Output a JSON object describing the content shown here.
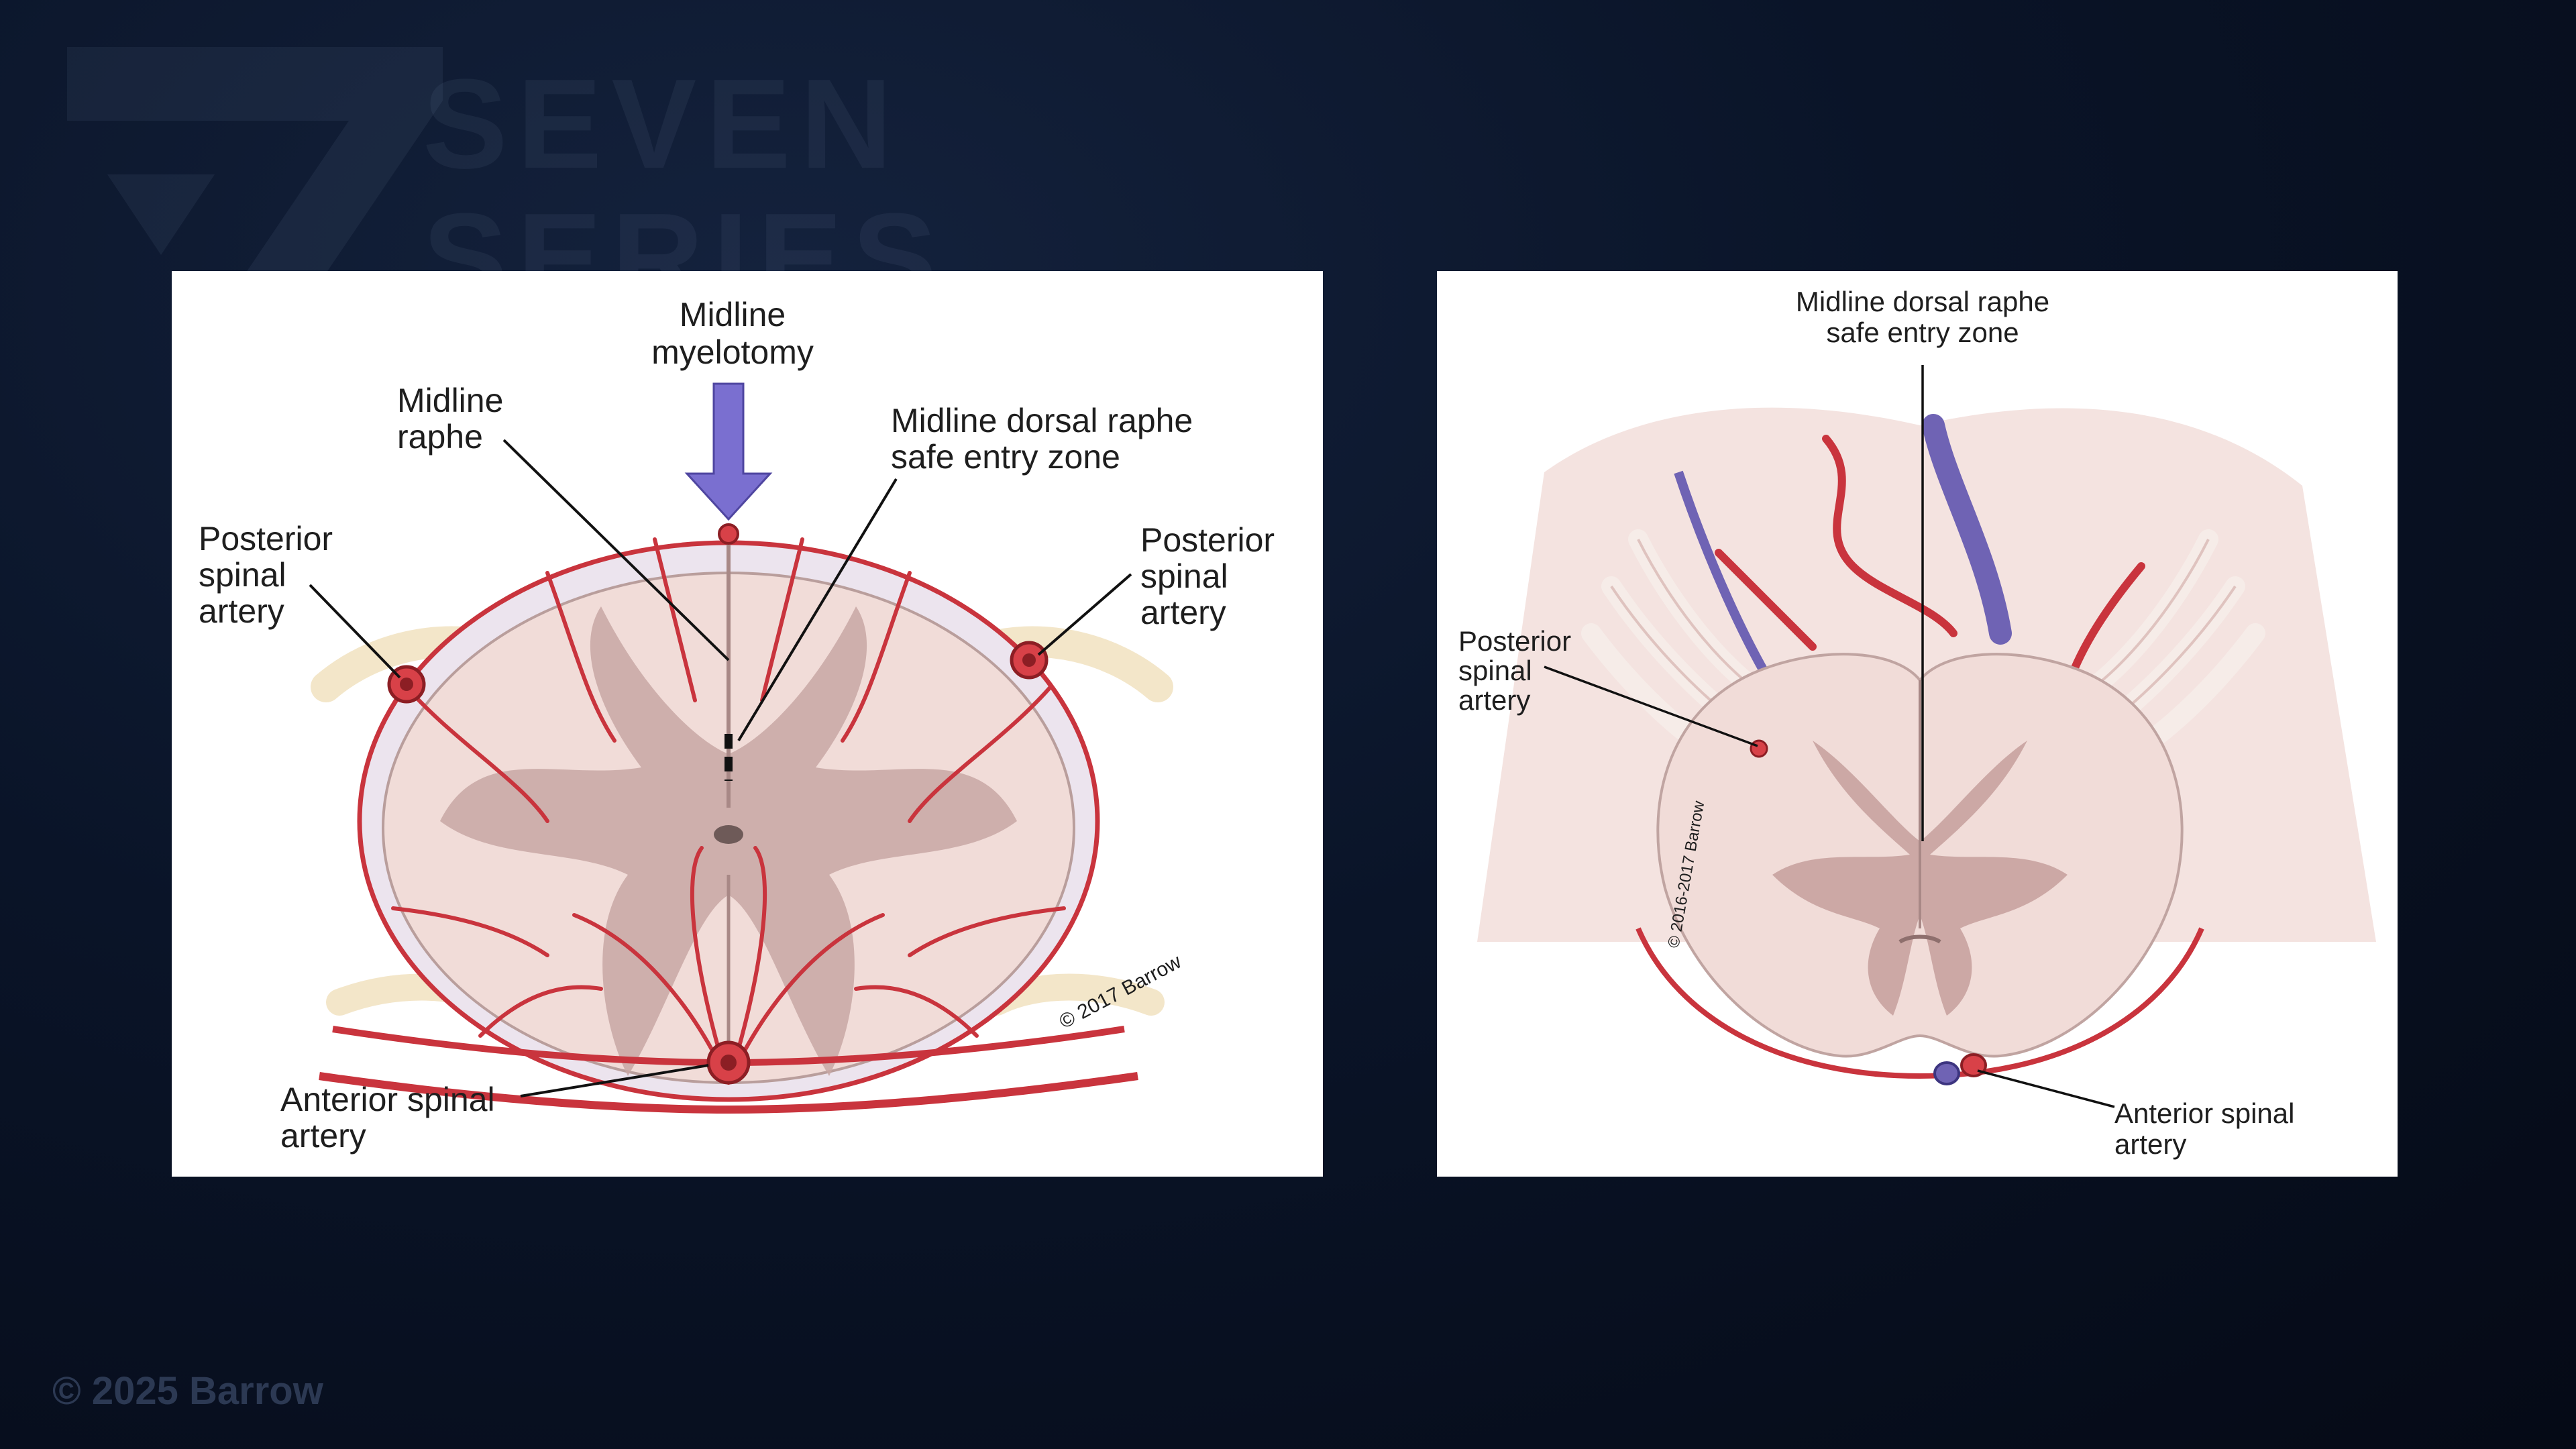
{
  "watermark": {
    "line1": "SEVEN",
    "line2": "SERIES"
  },
  "copyright": "© 2025 Barrow",
  "left_figure": {
    "labels": {
      "midline_myelotomy": [
        "Midline",
        "myelotomy"
      ],
      "midline_raphe": [
        "Midline",
        "raphe"
      ],
      "safe_entry_zone": [
        "Midline dorsal raphe",
        "safe entry zone"
      ],
      "posterior_spinal_artery_left": [
        "Posterior",
        "spinal",
        "artery"
      ],
      "posterior_spinal_artery_right": [
        "Posterior",
        "spinal",
        "artery"
      ],
      "anterior_spinal_artery": [
        "Anterior spinal",
        "artery"
      ]
    },
    "image_watermark": "© 2017 Barrow"
  },
  "right_figure": {
    "labels": {
      "safe_entry_zone": [
        "Midline dorsal raphe",
        "safe entry zone"
      ],
      "posterior_spinal_artery": [
        "Posterior",
        "spinal",
        "artery"
      ],
      "anterior_spinal_artery": [
        "Anterior spinal",
        "artery"
      ]
    },
    "image_watermark": "© 2016-2017 Barrow"
  },
  "colors": {
    "artery": "#c9343d",
    "vein": "#6f63b4",
    "cord": "#f1dcd8",
    "gray_matter": "#c8a7a4",
    "arrow": "#7a6fd0",
    "nerve_root": "#f3e6c9"
  }
}
